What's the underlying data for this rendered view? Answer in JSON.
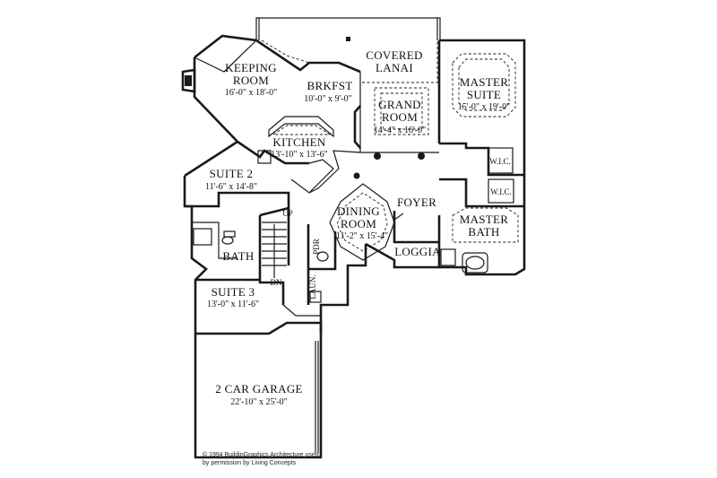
{
  "rooms": {
    "covered_lanai": {
      "name_1": "COVERED",
      "name_2": "LANAI"
    },
    "keeping_room": {
      "name_1": "KEEPING",
      "name_2": "ROOM",
      "dim": "16'-0\" x 18'-0\""
    },
    "brkfst": {
      "name": "BRKFST",
      "dim": "10'-0\" x 9'-0\""
    },
    "grand_room": {
      "name_1": "GRAND",
      "name_2": "ROOM",
      "dim": "14'-4\" x 16'-0\""
    },
    "master_suite": {
      "name_1": "MASTER",
      "name_2": "SUITE",
      "dim": "15'-0\" x 19'-0\""
    },
    "kitchen": {
      "name": "KITCHEN",
      "dim": "13'-10\" x 13'-6\""
    },
    "suite_2": {
      "name": "SUITE 2",
      "dim": "11'-6\" x 14'-8\""
    },
    "wic_1": {
      "name": "W.I.C."
    },
    "wic_2": {
      "name": "W.I.C."
    },
    "foyer": {
      "name": "FOYER"
    },
    "dining_room": {
      "name_1": "DINING",
      "name_2": "ROOM",
      "dim": "11'-2\" x 15'-4\""
    },
    "master_bath": {
      "name_1": "MASTER",
      "name_2": "BATH"
    },
    "loggia": {
      "name": "LOGGIA"
    },
    "bath": {
      "name": "BATH"
    },
    "pdr": {
      "name": "PDR"
    },
    "laun": {
      "name": "LAUN."
    },
    "suite_3": {
      "name": "SUITE 3",
      "dim": "13'-0\" x 11'-6\""
    },
    "garage": {
      "name": "2 CAR GARAGE",
      "dim": "22'-10\" x 25'-0\""
    }
  },
  "stairs": {
    "up": "UP",
    "dn": "DN"
  },
  "copyright": {
    "line_1": "© 1994 BuildinGraphics Architecture used",
    "line_2": "by permission by Living Concepts"
  },
  "colors": {
    "ink": "#1a1a1a",
    "paper": "#ffffff"
  }
}
